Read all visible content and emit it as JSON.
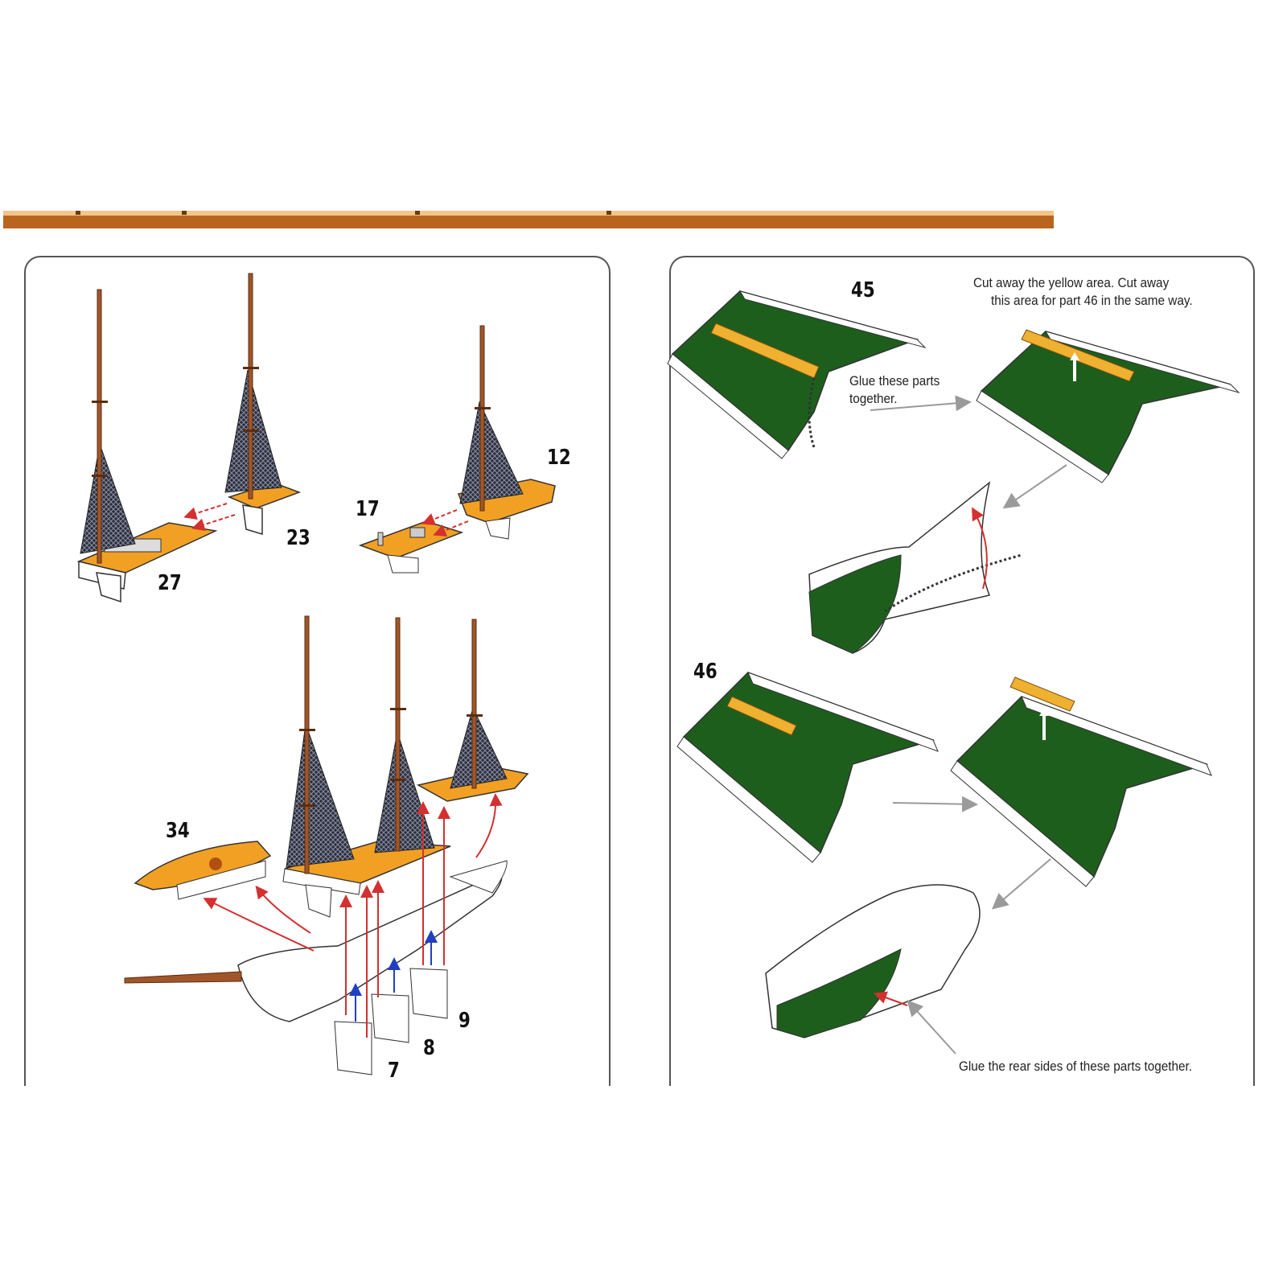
{
  "colors": {
    "header_light": "#f4c58a",
    "header_dark": "#b9651e",
    "deck_orange": "#f2a024",
    "mast_brown": "#a0562a",
    "sail_green": "#1d5e1d",
    "trim_yellow": "#f0b030",
    "arrow_red": "#d43030",
    "arrow_blue": "#2040c0",
    "arrow_gray": "#9a9a9a"
  },
  "left_panel": {
    "part_labels": {
      "p27": "27",
      "p23": "23",
      "p17": "17",
      "p12": "12",
      "p34": "34",
      "p7": "7",
      "p8": "8",
      "p9": "9"
    }
  },
  "right_panel": {
    "part_labels": {
      "p45": "45",
      "p46": "46"
    },
    "notes": {
      "cut_away_line1": "Cut away the yellow area. Cut away",
      "cut_away_line2": "this area for part 46 in the same way.",
      "glue_parts_line1": "Glue these parts",
      "glue_parts_line2": "together.",
      "glue_rear": "Glue the rear sides of these parts together."
    }
  }
}
